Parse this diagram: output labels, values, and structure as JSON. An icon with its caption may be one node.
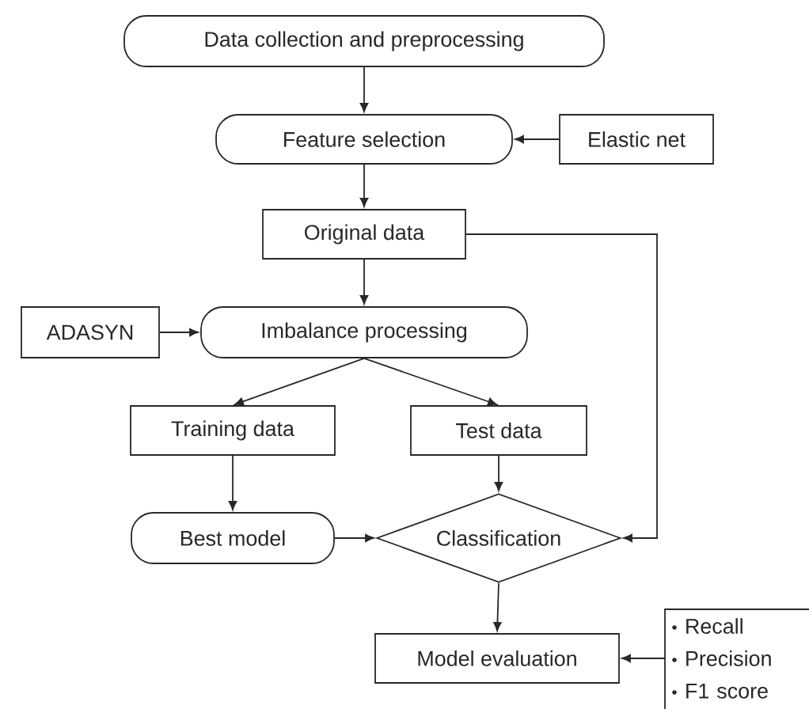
{
  "diagram": {
    "nodes": [
      {
        "text": [
          "Data collection and preprocessing"
        ]
      },
      {
        "text": [
          "Feature selection"
        ]
      },
      {
        "text": [
          "Elastic net"
        ]
      },
      {
        "text": [
          "Original data"
        ]
      },
      {
        "text": [
          "ADASYN"
        ]
      },
      {
        "text": [
          "Imbalance processing"
        ]
      },
      {
        "text": [
          "Training data"
        ]
      },
      {
        "text": [
          "Test data"
        ]
      },
      {
        "text": [
          "Best model"
        ]
      },
      {
        "text": [
          "Classification"
        ]
      },
      {
        "text": [
          "Model evaluation"
        ]
      },
      {
        "text": [
          "Recall",
          "Precision",
          "F1 score"
        ]
      }
    ],
    "edges": [
      {
        "from": 0,
        "to": 1,
        "arrow": "to"
      },
      {
        "from": 2,
        "to": 1,
        "arrow": "to"
      },
      {
        "from": 1,
        "to": 3,
        "arrow": "to"
      },
      {
        "from": 3,
        "to": 5,
        "arrow": "to"
      },
      {
        "from": 4,
        "to": 5,
        "arrow": "to"
      },
      {
        "from": 5,
        "to": 6,
        "arrow": "to"
      },
      {
        "from": 5,
        "to": 7,
        "arrow": "to"
      },
      {
        "from": 6,
        "to": 8,
        "arrow": "to"
      },
      {
        "from": 7,
        "to": 9,
        "arrow": "to"
      },
      {
        "from": 3,
        "to": 9,
        "arrow": "to"
      },
      {
        "from": 8,
        "to": 9,
        "arrow": "to"
      },
      {
        "from": 9,
        "to": 10,
        "arrow": "to"
      },
      {
        "from": 11,
        "to": 10,
        "arrow": "to"
      }
    ]
  }
}
